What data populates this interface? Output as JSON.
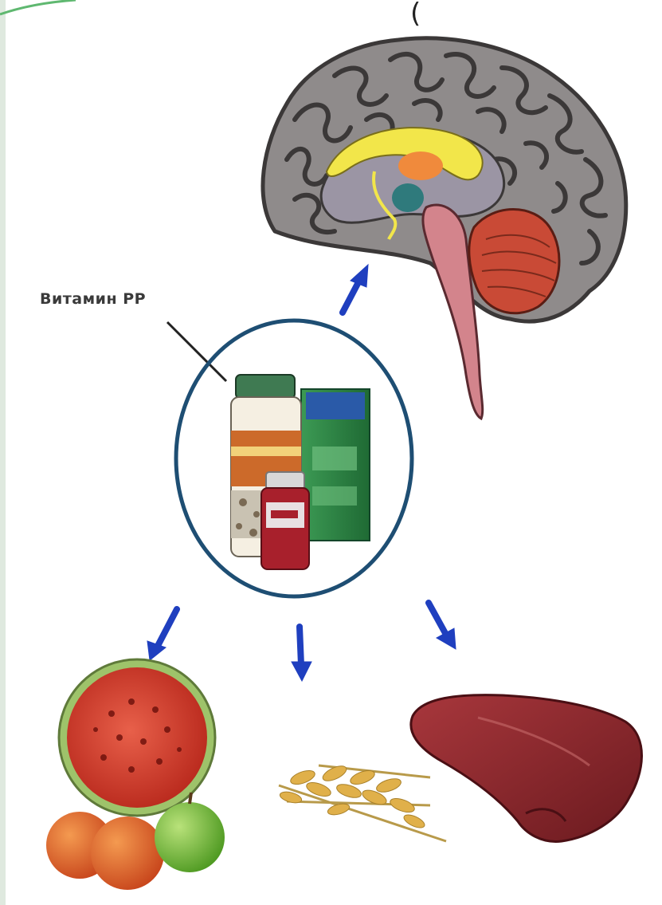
{
  "diagram": {
    "vitamin_label": "Витамин PP",
    "top_mark": "(",
    "elements": [
      {
        "name": "brain",
        "kind": "image"
      },
      {
        "name": "vitamin-supplements",
        "kind": "image"
      },
      {
        "name": "fruits",
        "kind": "image"
      },
      {
        "name": "grain",
        "kind": "image"
      },
      {
        "name": "liver-meat",
        "kind": "image"
      }
    ],
    "arrows": [
      {
        "from": "vitamin-supplements",
        "to": "brain"
      },
      {
        "from": "vitamin-supplements",
        "to": "fruits"
      },
      {
        "from": "vitamin-supplements",
        "to": "grain"
      },
      {
        "from": "vitamin-supplements",
        "to": "liver-meat"
      }
    ],
    "colors": {
      "arrow": "#1f3fbf",
      "circle": "#1e4e73",
      "brain_gray": "#8f8b8b",
      "corpus_callosum": "#f2e64a",
      "cerebellum": "#c94a36",
      "brainstem": "#d3848c",
      "slide_border": "#7fc48a"
    }
  }
}
